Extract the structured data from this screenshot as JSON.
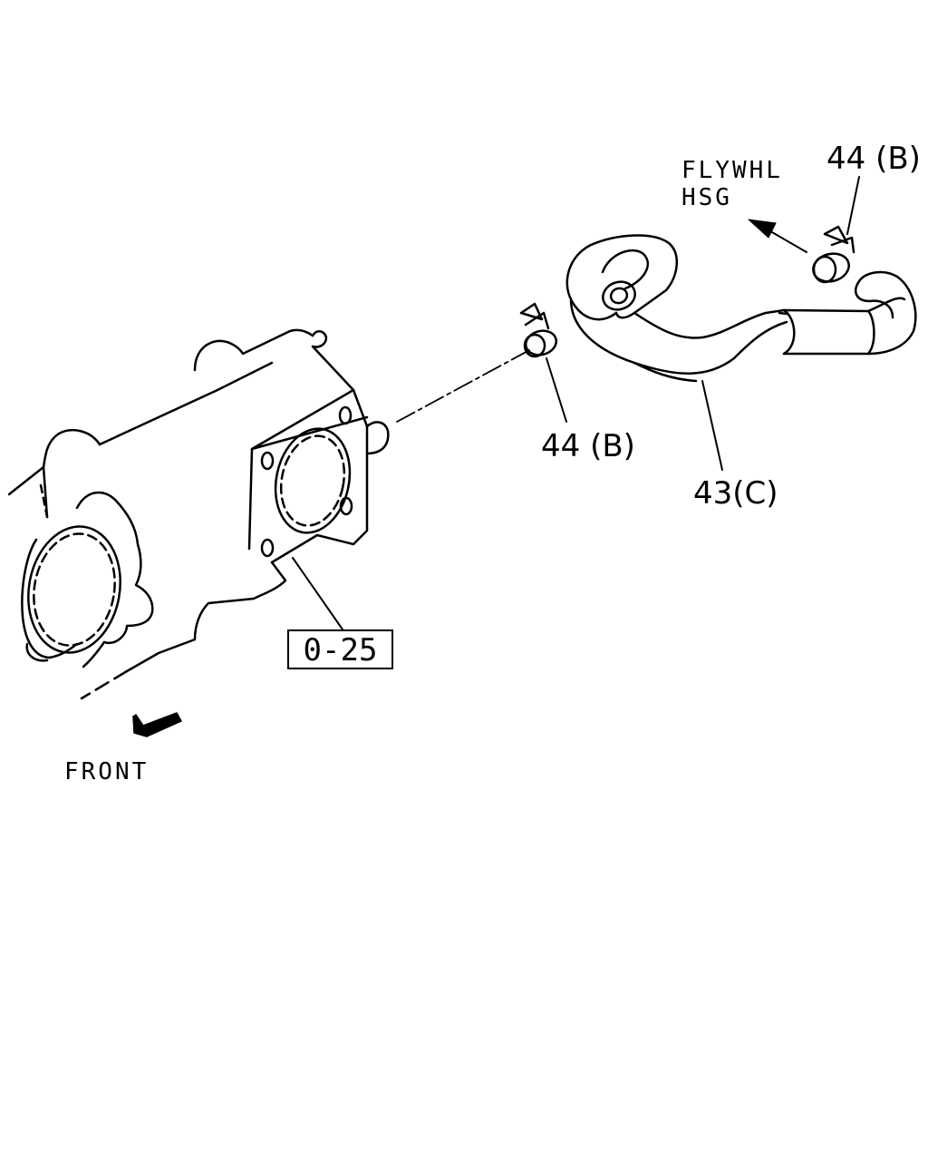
{
  "labels": {
    "clip_top": "44 (B)",
    "direction_line1": "FLYWHL",
    "direction_line2": "HSG",
    "clip_mid": "44 (B)",
    "hose": "43(C)",
    "reference_box": "0-25",
    "front": "FRONT"
  },
  "colors": {
    "stroke": "#000000",
    "background": "#ffffff"
  }
}
